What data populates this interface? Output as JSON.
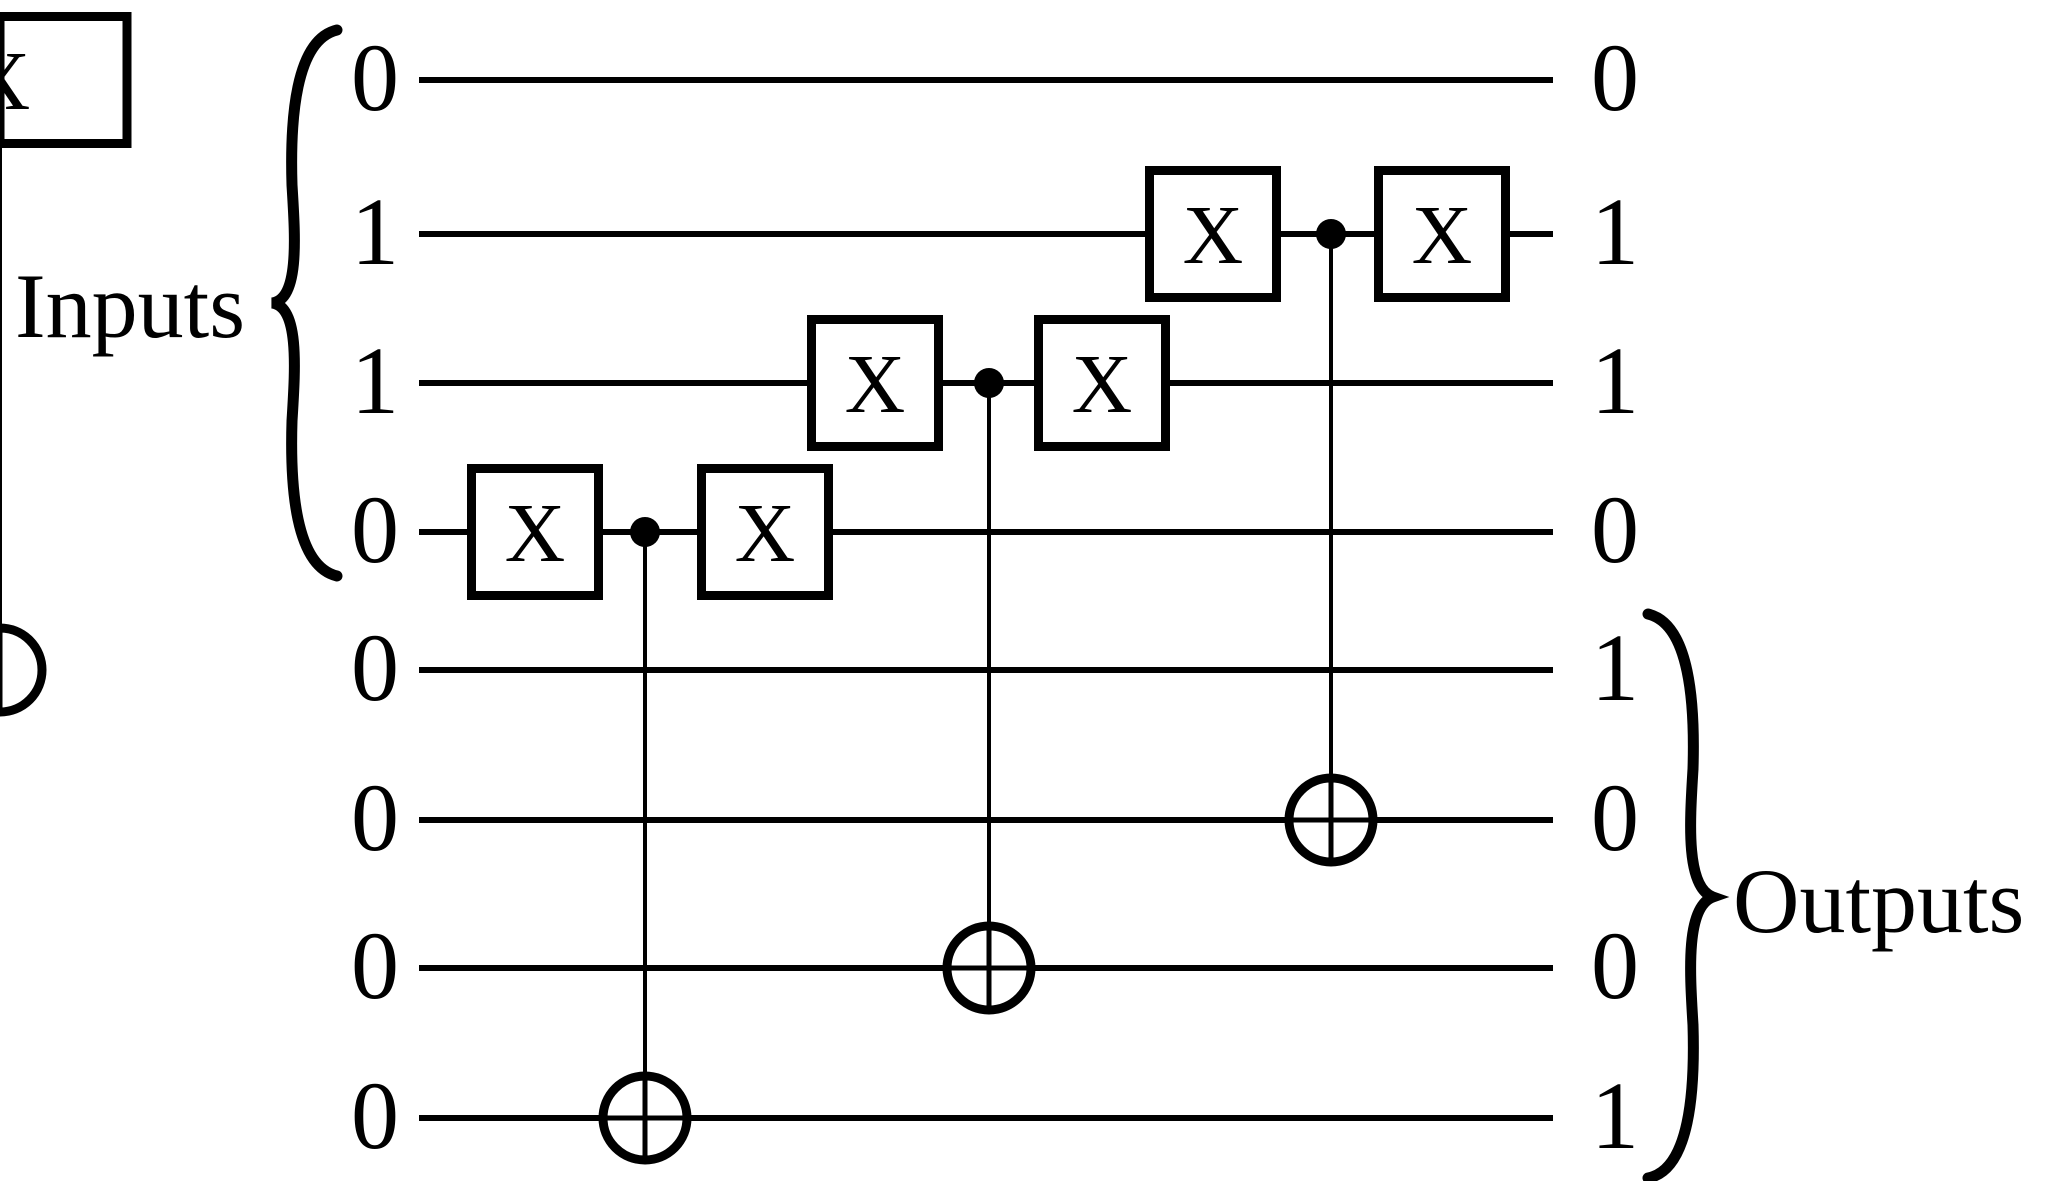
{
  "inputs_label": "Inputs",
  "outputs_label": "Outputs",
  "input_values": [
    "0",
    "1",
    "1",
    "0",
    "0",
    "0",
    "0",
    "0"
  ],
  "output_values": [
    "0",
    "1",
    "1",
    "0",
    "1",
    "0",
    "0",
    "1"
  ],
  "gate_symbol": "X",
  "gates": [
    {
      "type": "X",
      "wire": 3
    },
    {
      "type": "CNOT",
      "control": 3,
      "target": 7
    },
    {
      "type": "X",
      "wire": 3
    },
    {
      "type": "X",
      "wire": 2
    },
    {
      "type": "CNOT",
      "control": 2,
      "target": 6
    },
    {
      "type": "X",
      "wire": 2
    },
    {
      "type": "X",
      "wire": 1
    },
    {
      "type": "CNOT",
      "control": 1,
      "target": 5
    },
    {
      "type": "X",
      "wire": 1
    },
    {
      "type": "X",
      "wire": 0
    },
    {
      "type": "CNOT",
      "control": 0,
      "target": 4
    },
    {
      "type": "X",
      "wire": 0
    }
  ]
}
